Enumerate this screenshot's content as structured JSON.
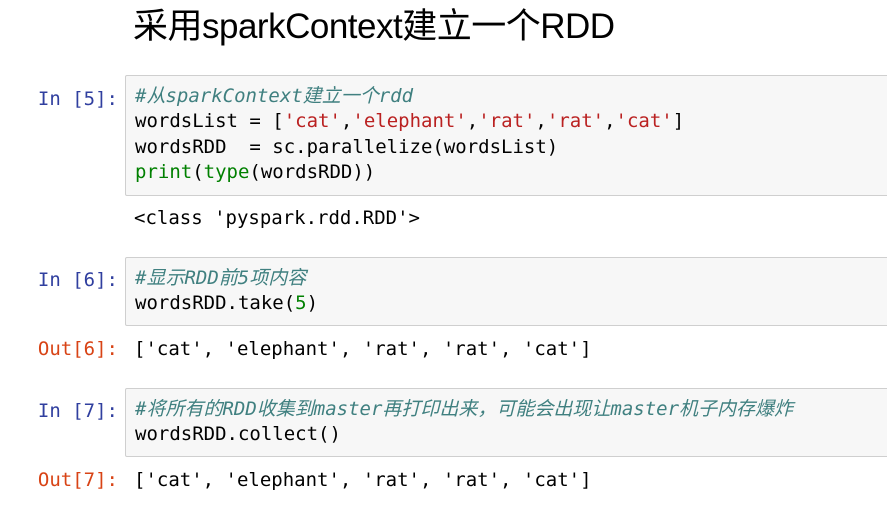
{
  "heading": "采用sparkContext建立一个RDD",
  "cells": [
    {
      "in_prompt": "In [5]:",
      "lines": {
        "l1": {
          "comment": "#从sparkContext建立一个rdd"
        },
        "l2": {
          "a": "wordsList = [",
          "s1": "'cat'",
          "c1": ",",
          "s2": "'elephant'",
          "c2": ",",
          "s3": "'rat'",
          "c3": ",",
          "s4": "'rat'",
          "c4": ",",
          "s5": "'cat'",
          "end": "]"
        },
        "l3": {
          "text": "wordsRDD  = sc.parallelize(wordsList)"
        },
        "l4": {
          "b1": "print",
          "p1": "(",
          "b2": "type",
          "rest": "(wordsRDD))"
        }
      },
      "output": "<class 'pyspark.rdd.RDD'>"
    },
    {
      "in_prompt": "In [6]:",
      "lines": {
        "l1": {
          "comment": "#显示RDD前5项内容"
        },
        "l2": {
          "a": "wordsRDD.take(",
          "n": "5",
          "end": ")"
        }
      },
      "out_prompt": "Out[6]:",
      "output": "['cat', 'elephant', 'rat', 'rat', 'cat']"
    },
    {
      "in_prompt": "In [7]:",
      "lines": {
        "l1": {
          "comment": "#将所有的RDD收集到master再打印出来，可能会出现让master机子内存爆炸"
        },
        "l2": {
          "text": "wordsRDD.collect()"
        }
      },
      "out_prompt": "Out[7]:",
      "output": "['cat', 'elephant', 'rat', 'rat', 'cat']"
    }
  ],
  "colors": {
    "in_prompt": "#303f9f",
    "out_prompt": "#d84315",
    "comment": "#408080",
    "string": "#ba2121",
    "builtin": "#008000",
    "cell_bg": "#f7f7f7",
    "cell_border": "#cfcfcf"
  }
}
